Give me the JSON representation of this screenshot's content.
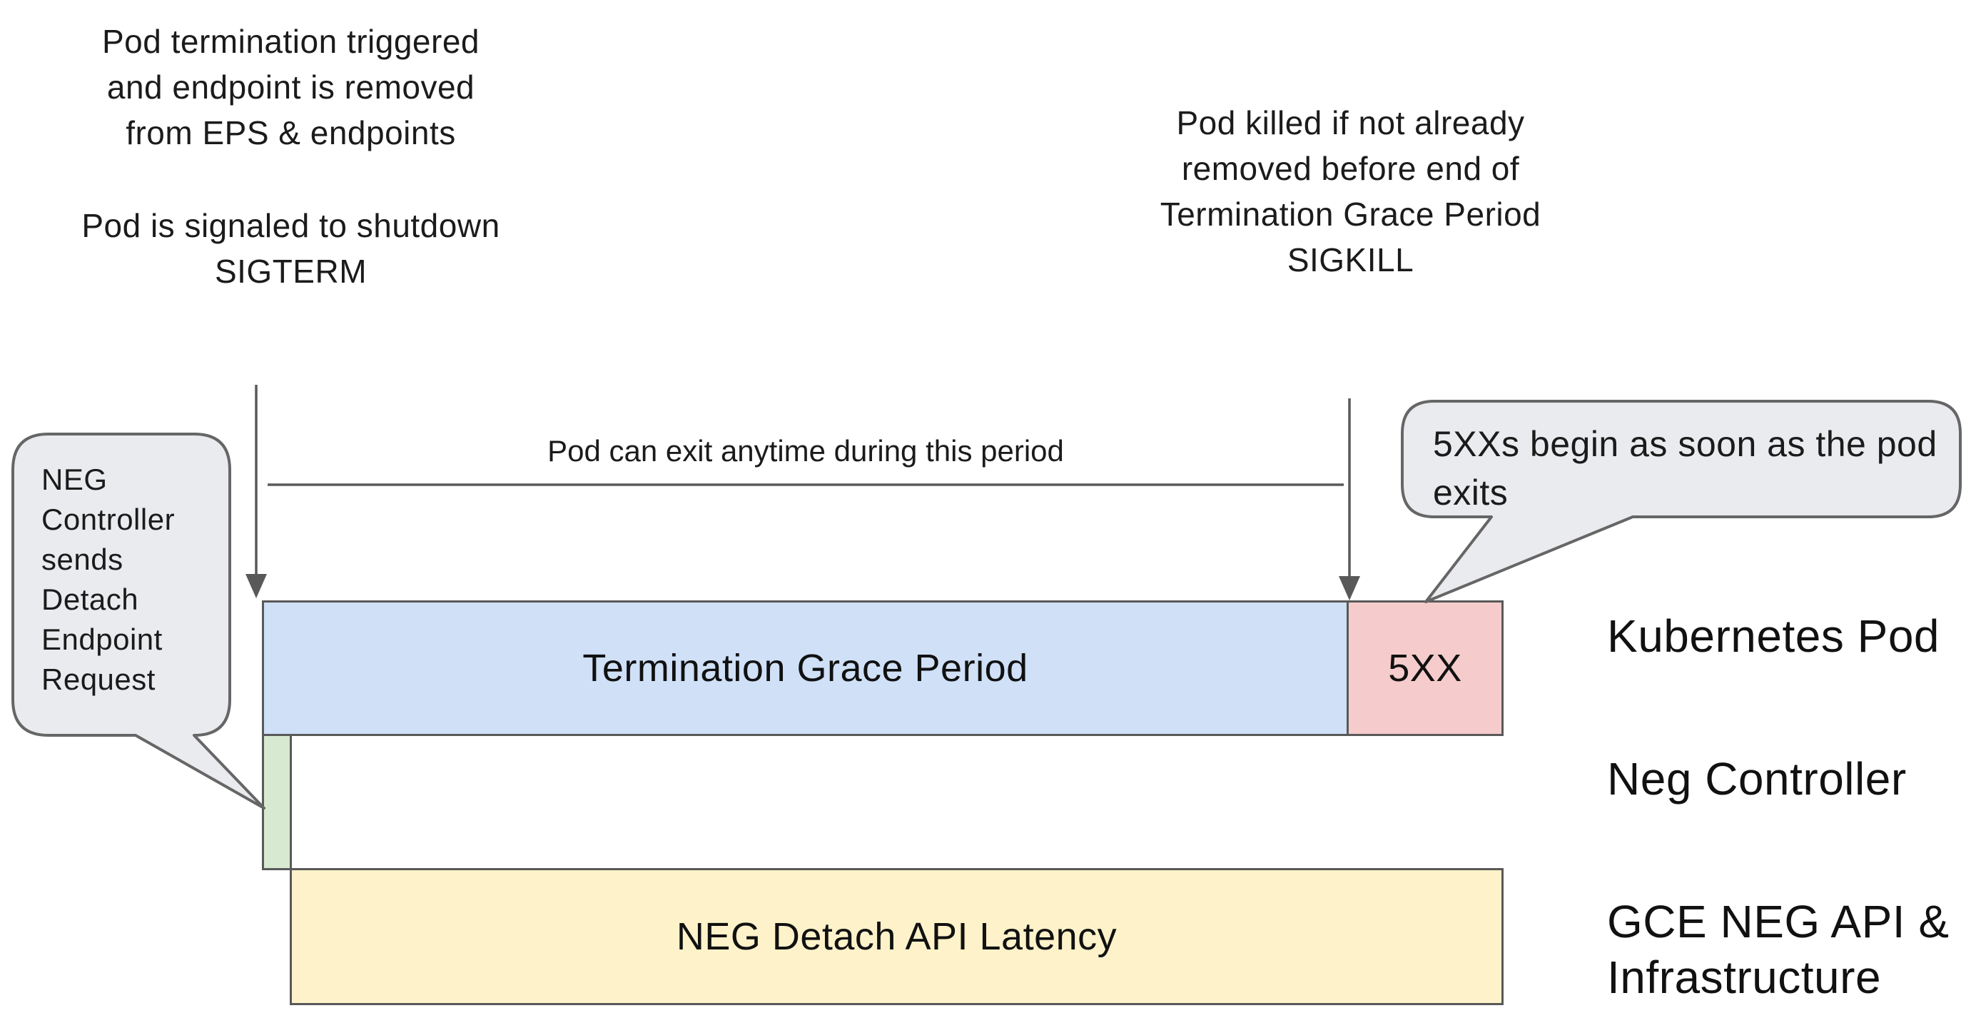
{
  "annotations": {
    "pod_termination": {
      "para1": [
        "Pod termination triggered",
        "and endpoint is removed",
        "from EPS & endpoints"
      ],
      "para2": [
        "Pod is signaled to shutdown",
        "SIGTERM"
      ]
    },
    "pod_killed": {
      "lines": [
        "Pod killed if not already",
        "removed before end of",
        "Termination Grace Period",
        "SIGKILL"
      ]
    },
    "dimension_label": "Pod can exit anytime during this period"
  },
  "callouts": {
    "neg_controller": "NEG Controller sends Detach Endpoint Request",
    "five_xx": "5XXs begin as soon as the pod exits"
  },
  "timeline": {
    "grace_bar_label": "Termination Grace Period",
    "error_bar_label": "5XX",
    "latency_bar_label": "NEG Detach API Latency"
  },
  "rows": {
    "kubernetes_pod": "Kubernetes Pod",
    "neg_controller": "Neg Controller",
    "gce_line1": "GCE NEG API &",
    "gce_line2": "Infrastructure"
  },
  "colors": {
    "stroke": "#595959",
    "grace_fill": "#cfe0f7",
    "error_fill": "#f5cccb",
    "detach_fill": "#d7e9d1",
    "latency_fill": "#fdf2c9",
    "callout_fill": "#e9ebee",
    "callout_stroke": "#666666",
    "text": "#1b1b1b"
  }
}
